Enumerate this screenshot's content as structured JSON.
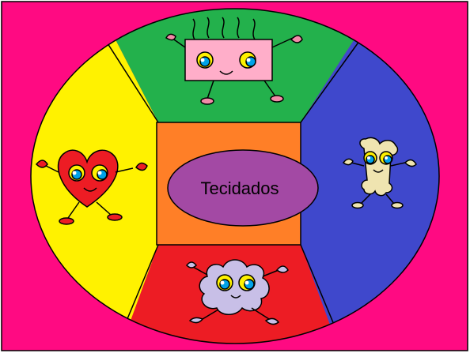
{
  "diagram": {
    "center_label": "Tecidados",
    "colors": {
      "background": "#ff0a82",
      "top": "#23b14c",
      "right": "#3f48cc",
      "bottom": "#ed1c24",
      "left": "#fff200",
      "center_square": "#ff7f27",
      "center_oval": "#a349a4",
      "outline": "#000000"
    },
    "characters": [
      {
        "name": "muscle-tissue-character",
        "shape": "rectangle",
        "color": "#ffaec9"
      },
      {
        "name": "heart-tissue-character",
        "shape": "heart",
        "color": "#ed1c24"
      },
      {
        "name": "bone-tissue-character",
        "shape": "bone",
        "color": "#efe4b0"
      },
      {
        "name": "nerve-tissue-character",
        "shape": "cloud",
        "color": "#c8bfe7"
      }
    ]
  }
}
